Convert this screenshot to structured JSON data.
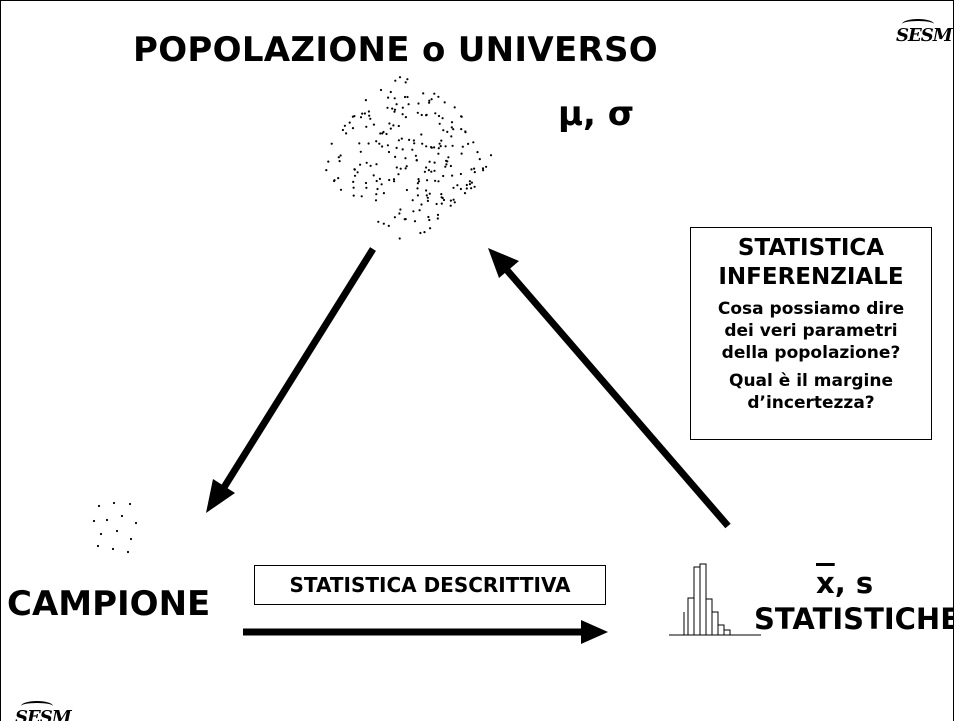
{
  "title": "POPOLAZIONE o UNIVERSO",
  "population_params": "μ, σ",
  "inferential_box": {
    "heading_line1": "STATISTICA",
    "heading_line2": "INFERENZIALE",
    "question1_line1": "Cosa possiamo dire",
    "question1_line2": "dei veri parametri",
    "question1_line3": "della popolazione?",
    "question2_line1": "Qual è il margine",
    "question2_line2": "d’incertezza?"
  },
  "sample_label": "CAMPIONE",
  "descriptive_box_label": "STATISTICA DESCRITTIVA",
  "statistics_label": "STATISTICHE",
  "sample_stats": {
    "mean_symbol": "x",
    "sd_symbol": ", s"
  },
  "logo_text": "SESM"
}
